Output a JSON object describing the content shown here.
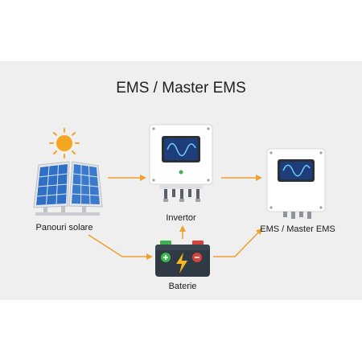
{
  "title": "EMS / Master EMS",
  "nodes": {
    "solar": {
      "label": "Panouri solare"
    },
    "inverter": {
      "label": "Invertor"
    },
    "ems": {
      "label": "EMS / Master EMS"
    },
    "battery": {
      "label": "Baterie"
    }
  },
  "colors": {
    "background": "#efefef",
    "arrow": "#f0a030",
    "sun": "#f5a623",
    "panel_blue": "#2f6fc4",
    "screen": "#1d3e7a",
    "wave": "#6fd0f5",
    "battery_body": "#2f3a44",
    "battery_plus": "#3fb34f",
    "battery_minus": "#d8443a",
    "bolt": "#f5b820",
    "status_led": "#3fb34f"
  },
  "icons": [
    "sun-icon",
    "solar-panel-icon",
    "inverter-icon",
    "ems-controller-icon",
    "battery-icon",
    "bolt-icon"
  ]
}
